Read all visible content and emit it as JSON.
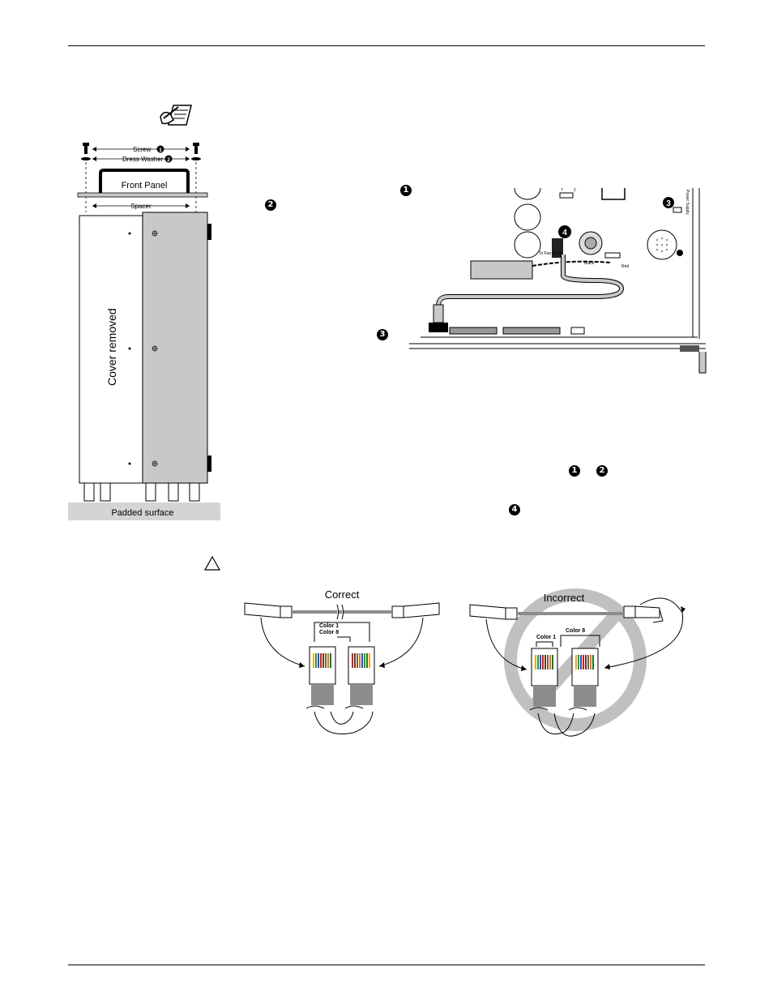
{
  "page": {
    "bullets": {
      "one": "1",
      "two": "2",
      "three": "3",
      "four": "4"
    }
  },
  "left_figure": {
    "screw_label": "Screw",
    "washer_label": "Dress Washer",
    "front_panel_label": "Front Panel",
    "spacer_label": "Spacer",
    "cover_label": "Cover removed",
    "padded_label": "Padded surface",
    "screw_marker": "1",
    "washer_marker": "2"
  },
  "board_figure": {
    "black_label": "Black",
    "red_label": "Red",
    "marker_three": "3",
    "marker_four": "4",
    "pin_label_a": "7",
    "pin_label_b": "2",
    "fan_label": "To Fan Conn",
    "power_label": "Power Supply"
  },
  "cable_figure": {
    "correct_title": "Correct",
    "incorrect_title": "Incorrect",
    "correct_color1": "Color 1",
    "correct_color8": "Color 8",
    "incorrect_color1": "Color 1",
    "incorrect_color8": "Color 8"
  },
  "colors": {
    "gray": "#c8c8c8",
    "dark_gray": "#8c8c8c",
    "prohibit": "#c0c0c0"
  }
}
